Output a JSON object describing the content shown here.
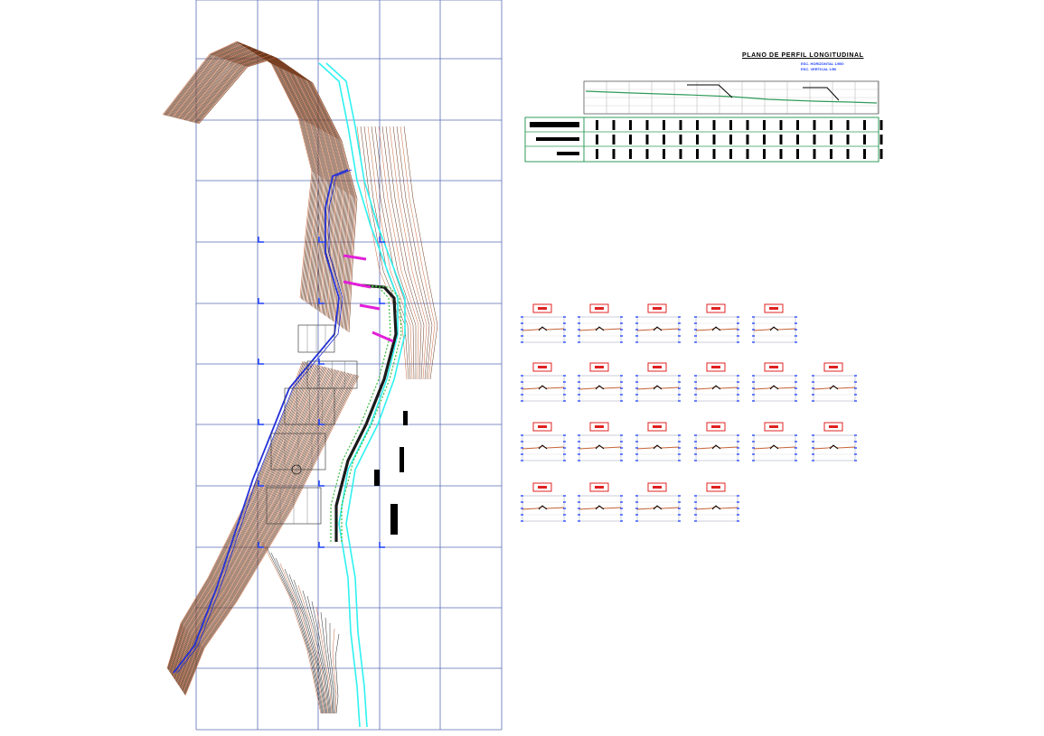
{
  "profile": {
    "title": "PLANO DE PERFIL LONGITUDINAL",
    "scale_horizontal": "ESC. HORIZONTAL 1/500",
    "scale_vertical": "ESC. VERTICAL 1/50"
  },
  "colors": {
    "grid": "#5a6eb4",
    "river": "#2ff1f1",
    "stream": "#2330d8",
    "contour_brown": "#6b3a20",
    "contour_orange": "#c8663a",
    "road": "#1b1b1b",
    "pink": "#e21fd8",
    "profile_green": "#2f9b5a",
    "section_red": "#e02121",
    "section_tick": "#1d3fff"
  },
  "cross_sections": {
    "rows": [
      5,
      6,
      6,
      4
    ]
  }
}
